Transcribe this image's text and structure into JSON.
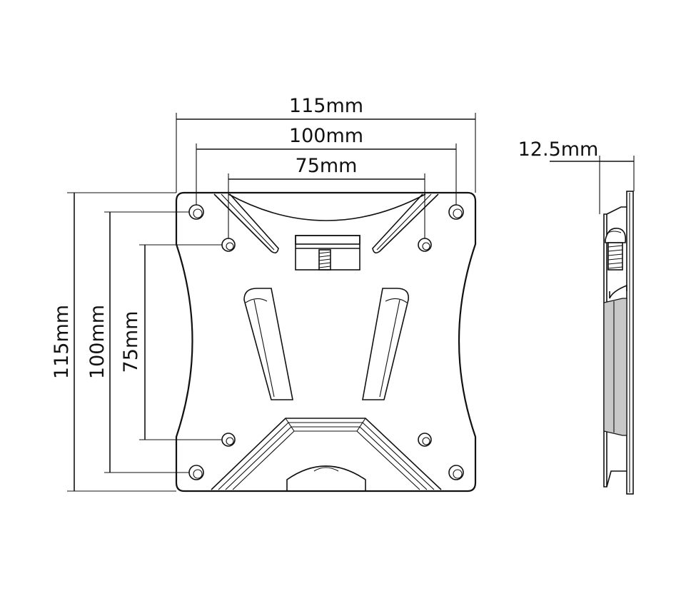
{
  "front_view": {
    "width_115": "115mm",
    "width_100": "100mm",
    "width_75": "75mm",
    "height_115": "115mm",
    "height_100": "100mm",
    "height_75": "75mm"
  },
  "side_view": {
    "depth": "12.5mm"
  },
  "colors": {
    "line": "#111111",
    "background": "#ffffff"
  }
}
